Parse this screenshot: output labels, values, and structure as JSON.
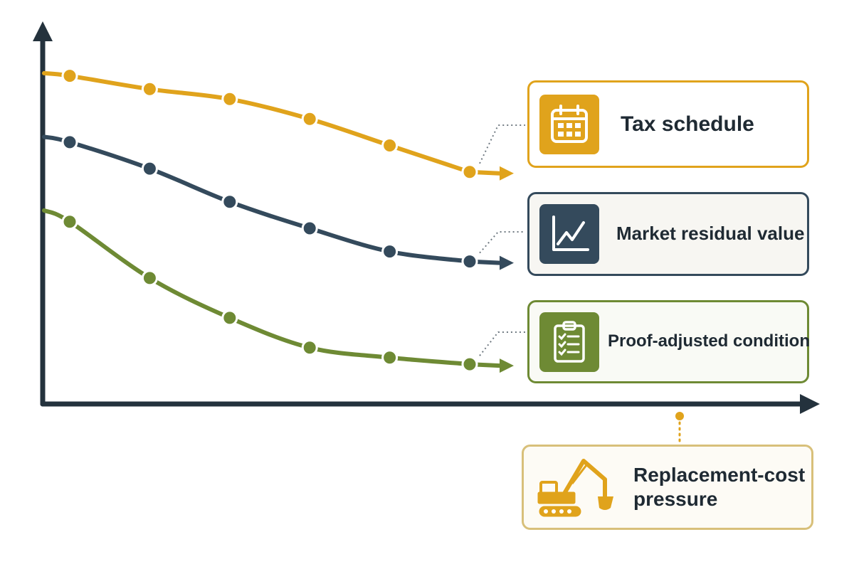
{
  "legend": {
    "tax_label": "Tax schedule",
    "market_label": "Market residual value",
    "proof_label": "Proof-adjusted condition",
    "replacement_label": "Replacement-cost pressure"
  },
  "colors": {
    "tax": "#e0a31c",
    "market": "#344a5c",
    "proof": "#6e8a34",
    "replacement": "#e0a31c",
    "axis": "#24323d"
  },
  "icons": {
    "tax": "calendar-icon",
    "market": "trend-chart-icon",
    "proof": "clipboard-checklist-icon",
    "replacement": "excavator-icon"
  },
  "chart_data": {
    "type": "line",
    "x": [
      1,
      2,
      3,
      4,
      5,
      6
    ],
    "ylim": [
      0,
      10
    ],
    "series": [
      {
        "name": "Tax schedule",
        "values": [
          9.9,
          9.5,
          9.2,
          8.6,
          7.8,
          7.0
        ]
      },
      {
        "name": "Market residual value",
        "values": [
          7.9,
          7.1,
          6.1,
          5.3,
          4.6,
          4.3
        ]
      },
      {
        "name": "Proof-adjusted condition",
        "values": [
          5.5,
          3.8,
          2.6,
          1.7,
          1.4,
          1.2
        ]
      }
    ]
  }
}
